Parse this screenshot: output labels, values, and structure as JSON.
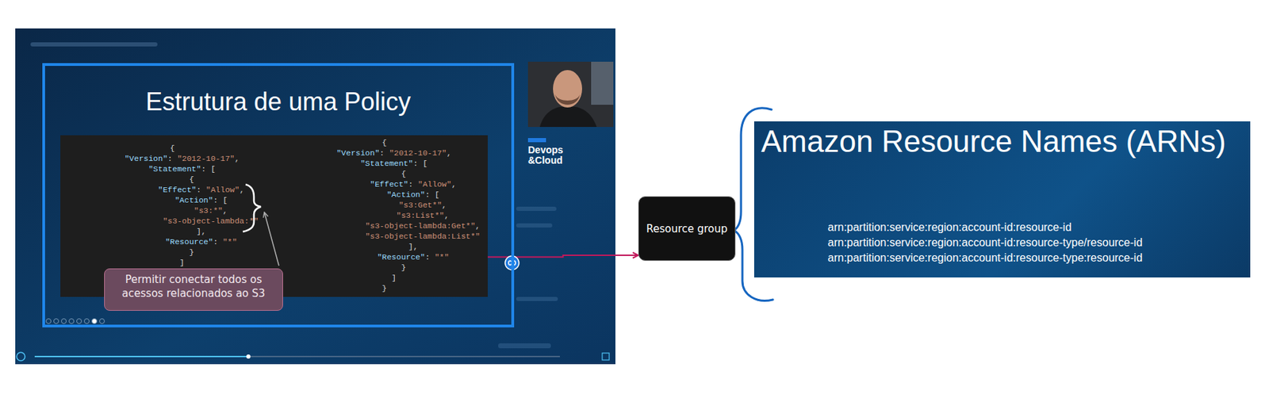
{
  "diagram": {
    "nodes": [
      {
        "text": [
          "Estrutura de uma Policy"
        ]
      },
      {
        "text": [
          "{",
          "\"Version\": \"2012-10-17\",",
          "\"Statement\": [",
          "{",
          "\"Effect\": \"Allow\",",
          "\"Action\": [",
          "\"s3:*\",",
          "\"s3-object-lambda:*\"",
          "],",
          "\"Resource\": \"*\"",
          "}",
          "]",
          "}"
        ],
        "in": 0
      },
      {
        "text": [
          "{",
          "\"Version\": \"2012-10-17\",",
          "\"Statement\": [",
          "{",
          "\"Effect\": \"Allow\",",
          "\"Action\": [",
          "\"s3:Get*\",",
          "\"s3:List*\",",
          "\"s3-object-lambda:Get*\",",
          "\"s3-object-lambda:List*\"",
          "],",
          "\"Resource\": \"*\"",
          "}",
          "]",
          "}"
        ],
        "in": 0
      },
      {
        "text": [
          "Permitir conectar todos os acessos relacionados ao S3"
        ],
        "in": 0
      },
      {
        "text": [
          "Resource group"
        ]
      },
      {
        "text": [
          "Amazon Resource Names (ARNs)",
          "arn:partition:service:region:account-id:resource-id",
          "arn:partition:service:region:account-id:resource-type/resource-id",
          "arn:partition:service:region:account-id:resource-type:resource-id"
        ]
      }
    ],
    "edges": [
      {
        "from": 2,
        "to": 4,
        "arrow": "to"
      }
    ],
    "labels": [
      "Devops &Cloud"
    ]
  }
}
